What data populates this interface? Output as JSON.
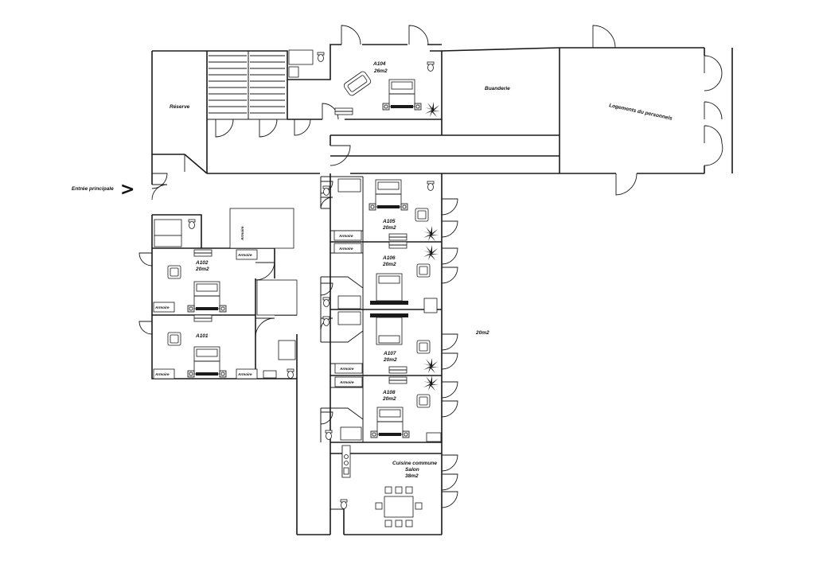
{
  "entrance": {
    "label": "Entrée principale",
    "arrow": ">"
  },
  "rooms": {
    "reserve": "Réserve",
    "buanderie": "Buanderie",
    "logements": "Logements du personnels",
    "a104": {
      "name": "A104",
      "area": "26m2"
    },
    "a105": {
      "name": "A105",
      "area": "20m2"
    },
    "a106": {
      "name": "A106",
      "area": "20m2"
    },
    "a107": {
      "name": "A107",
      "area": "20m2"
    },
    "a108": {
      "name": "A108",
      "area": "20m2"
    },
    "a102": {
      "name": "A102",
      "area": "20m2"
    },
    "a101": {
      "name": "A101"
    },
    "corridor_area": "20m2",
    "cuisine": {
      "line1": "Cuisine commune",
      "line2": "Salon",
      "area": "38m2"
    }
  },
  "furniture": {
    "armoire": "Armoire"
  }
}
